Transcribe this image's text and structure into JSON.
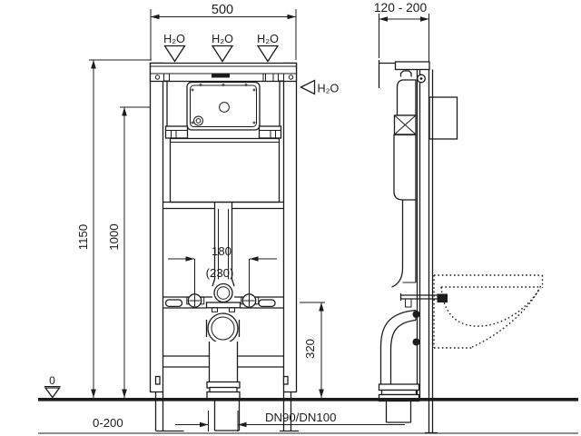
{
  "drawing_type": "wc-installation-frame-technical-drawing",
  "colors": {
    "line": "#1c1c1c",
    "background": "#ffffff"
  },
  "front_view": {
    "width": "500",
    "total_height": "1150",
    "actuation_height": "1000",
    "bolt_spacing": "180",
    "bolt_spacing_alt": "(230)",
    "outlet_height": "320",
    "floor_buildup_range": "0-200",
    "drain_size": "DN90/DN100",
    "datum_level": "0",
    "water_top_1": "H₂O",
    "water_top_2": "H₂O",
    "water_top_3": "H₂O",
    "water_side": "H₂O"
  },
  "side_view": {
    "depth_range": "120 - 200"
  }
}
